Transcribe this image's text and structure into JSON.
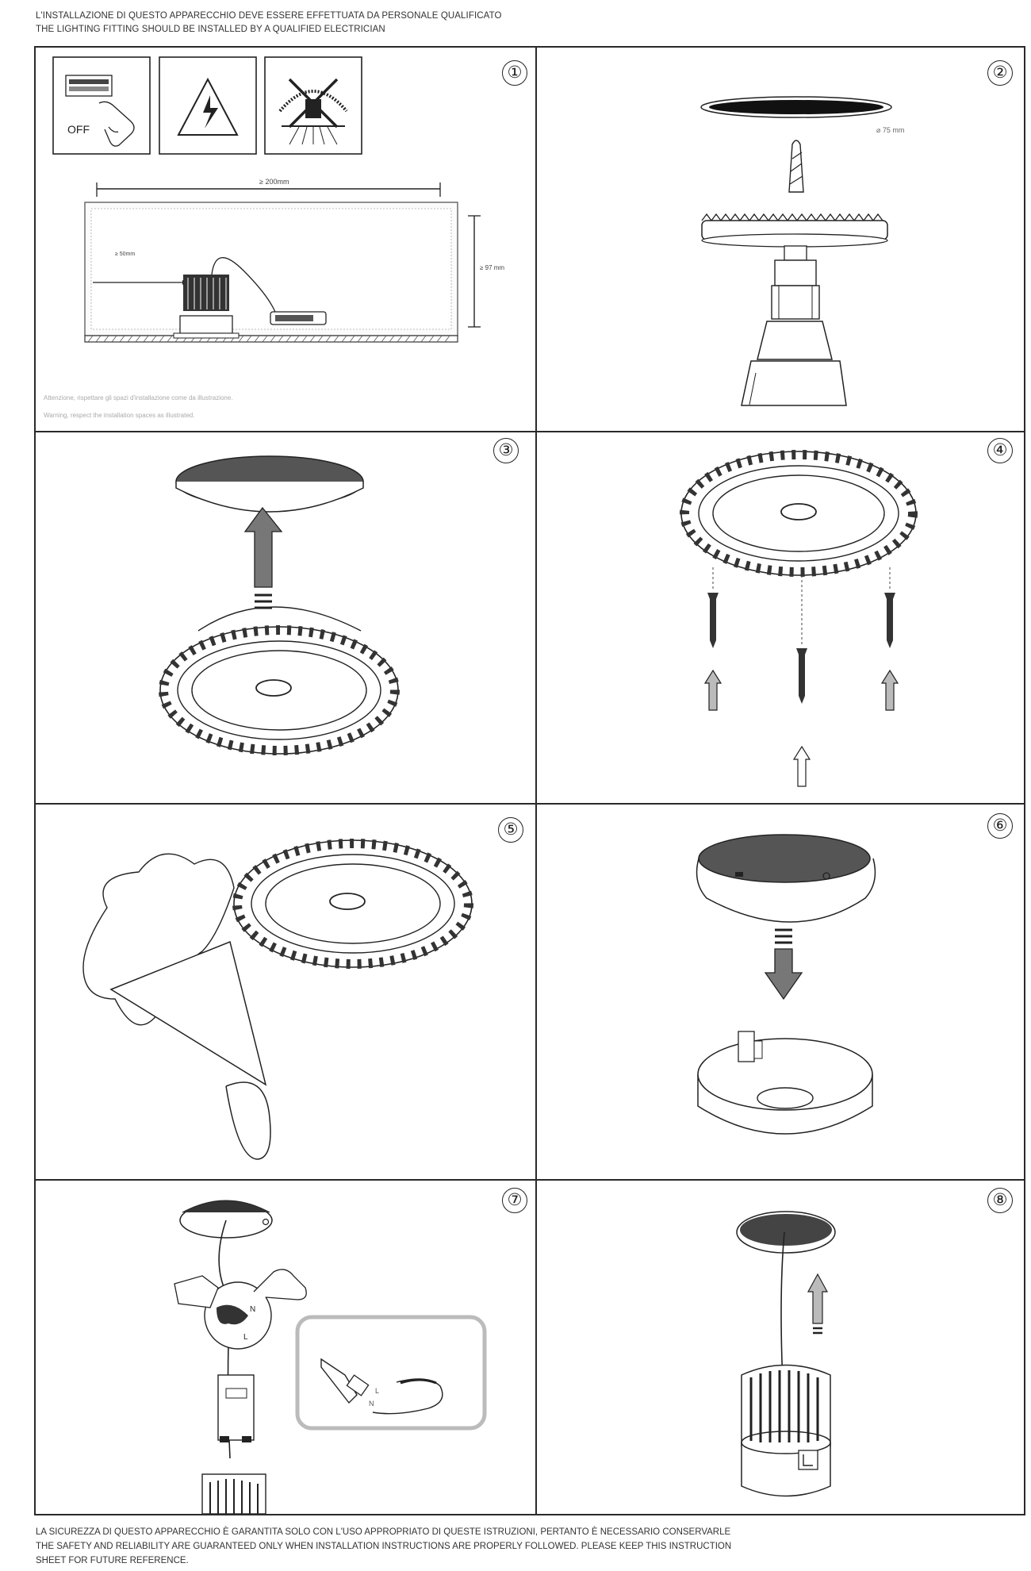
{
  "header": {
    "line1": "L'INSTALLAZIONE DI QUESTO APPARECCHIO DEVE ESSERE EFFETTUATA DA PERSONALE QUALIFICATO",
    "line2": "THE LIGHTING FITTING SHOULD BE INSTALLED BY A QUALIFIED ELECTRICIAN"
  },
  "steps": [
    {
      "number": "①"
    },
    {
      "number": "②"
    },
    {
      "number": "③"
    },
    {
      "number": "④"
    },
    {
      "number": "⑤"
    },
    {
      "number": "⑥"
    },
    {
      "number": "⑦"
    },
    {
      "number": "⑧"
    }
  ],
  "step1": {
    "off_label": "OFF",
    "width_dim": "≥ 200mm",
    "height_dim": "≥ 97 mm",
    "side_dim": "≥ 50mm",
    "note_it": "Attenzione, rispettare gli spazi d'installazione come da illustrazione.",
    "note_en": "Warning, respect the installation spaces as illustrated."
  },
  "step2": {
    "hole_dim": "⌀ 75 mm"
  },
  "step7": {
    "label_n": "N",
    "label_l": "L",
    "inset_l": "L",
    "inset_n": "N"
  },
  "footer": {
    "line1": "LA SICUREZZA DI QUESTO APPARECCHIO È GARANTITA SOLO CON L'USO APPROPRIATO DI QUESTE ISTRUZIONI, PERTANTO È NECESSARIO CONSERVARLE",
    "line2": "THE SAFETY AND RELIABILITY ARE GUARANTEED ONLY WHEN INSTALLATION INSTRUCTIONS ARE PROPERLY FOLLOWED. PLEASE KEEP THIS INSTRUCTION",
    "line3": "SHEET FOR FUTURE REFERENCE."
  }
}
